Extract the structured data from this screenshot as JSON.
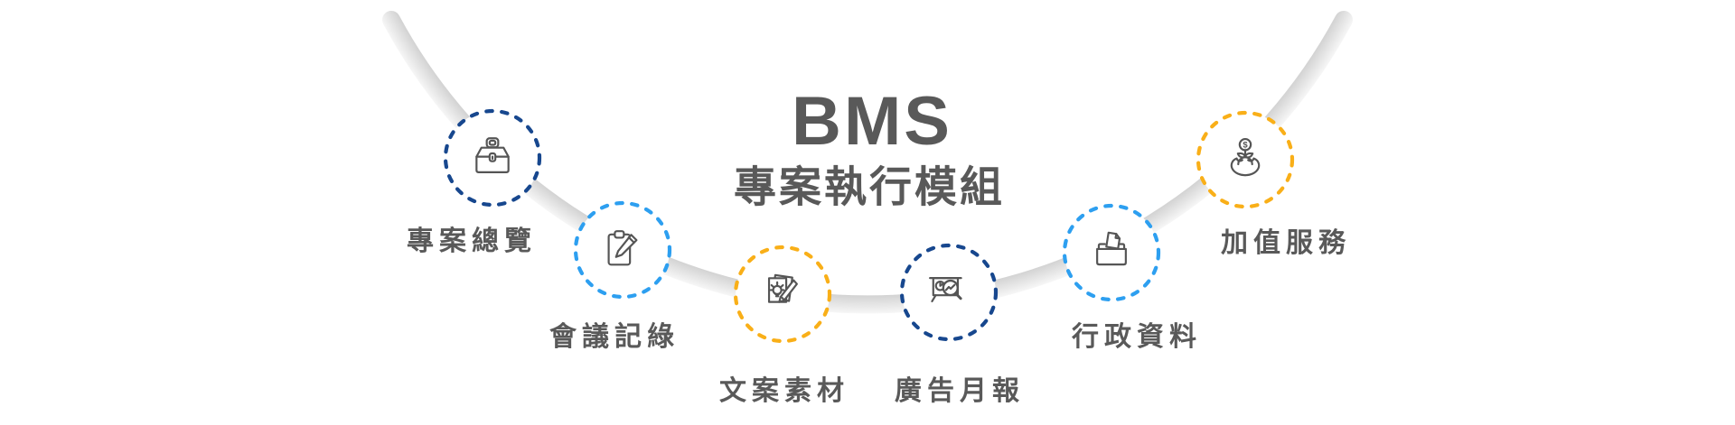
{
  "header": {
    "title": "BMS",
    "subtitle": "專案執行模組",
    "text_color": "#595959"
  },
  "modules": [
    {
      "label": "專案總覽",
      "icon": "briefcase-icon",
      "ring_color": "#17478E"
    },
    {
      "label": "會議記綠",
      "icon": "clipboard-pen-icon",
      "ring_color": "#2D9FF0"
    },
    {
      "label": "文案素材",
      "icon": "document-idea-icon",
      "ring_color": "#F9AF18"
    },
    {
      "label": "廣告月報",
      "icon": "report-magnifier-icon",
      "ring_color": "#17478E"
    },
    {
      "label": "行政資料",
      "icon": "file-box-icon",
      "ring_color": "#2D9FF0"
    },
    {
      "label": "加值服務",
      "icon": "money-growth-icon",
      "ring_color": "#F9AF18"
    }
  ],
  "decor": {
    "arc_ribbon_color_start": "#C5C5C5",
    "arc_ribbon_color_end": "#F6F6F6",
    "icon_stroke_color": "#555555"
  }
}
